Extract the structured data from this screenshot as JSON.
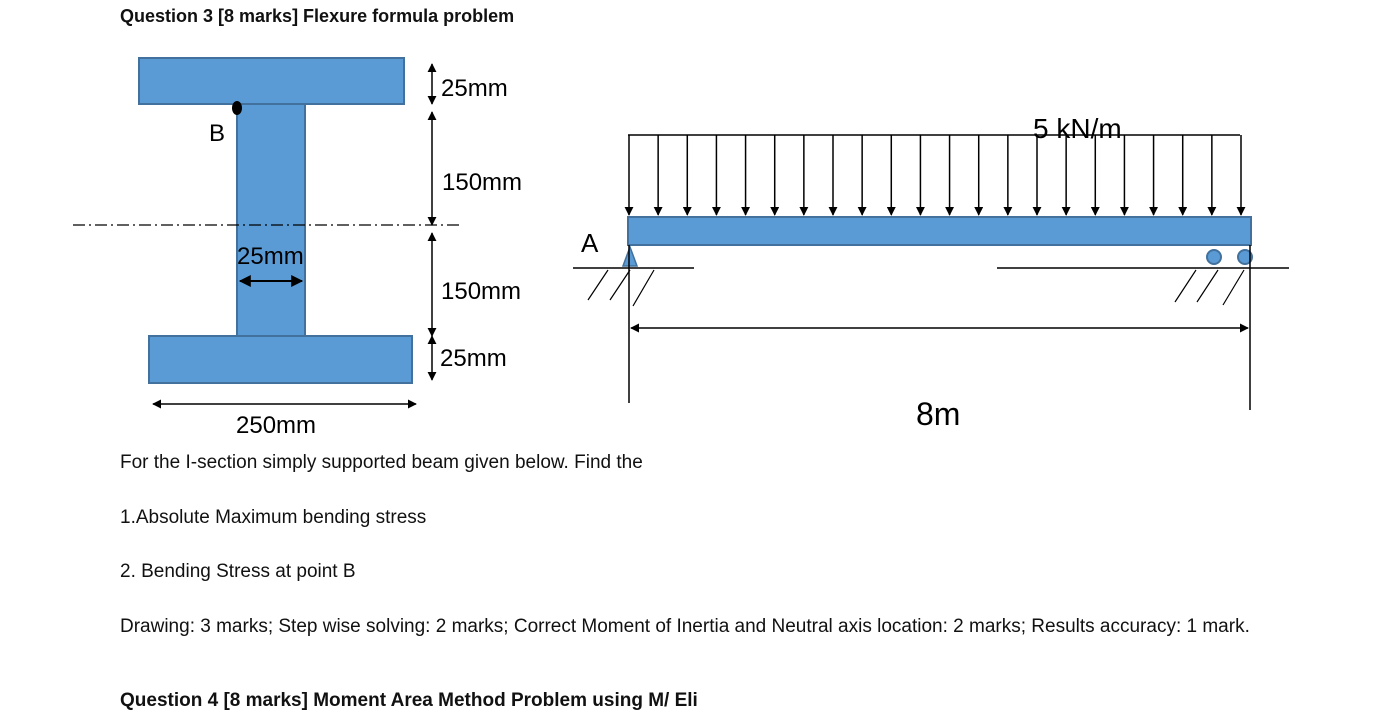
{
  "question": {
    "title": "Question 3 [8 marks] Flexure formula problem",
    "figure": {
      "section": {
        "dim_top_flange": "25mm",
        "dim_upper_web": "150mm",
        "dim_lower_web": "150mm",
        "dim_bottom_flange": "25mm",
        "dim_web_width": "25mm",
        "dim_flange_width": "250mm",
        "point_label": "B"
      },
      "beam": {
        "load_label": "5 kN/m",
        "support_label": "A",
        "span_label": "8m"
      }
    },
    "intro": "For the I-section simply supported beam given below. Find the",
    "items": [
      "1.Absolute Maximum bending stress",
      "2. Bending Stress at point B"
    ],
    "marks": "Drawing: 3 marks; Step wise solving: 2 marks; Correct Moment of Inertia and Neutral axis location: 2 marks; Results accuracy: 1 mark.",
    "next_heading_partial": "Question 4 [8 marks] Moment Area Method Problem using M/ Eli"
  },
  "colors": {
    "fill": "#5b9bd5",
    "stroke": "#41719c",
    "ink": "#000000"
  }
}
